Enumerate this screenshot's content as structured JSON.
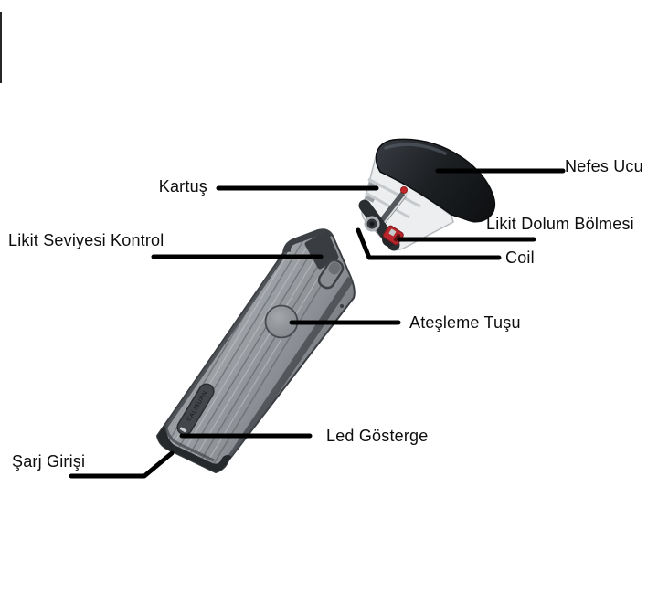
{
  "diagram": {
    "subject": "pod vape device exploded parts diagram",
    "device_logo": "CALIBURN",
    "labels": {
      "nefes_ucu": "Nefes Ucu",
      "kartus": "Kartuş",
      "likit_dolum_bolmesi": "Likit Dolum Bölmesi",
      "coil": "Coil",
      "likit_seviyesi_kontrol": "Likit Seviyesi Kontrol",
      "atesleme_tusu": "Ateşleme Tuşu",
      "led_gosterge": "Led Gösterge",
      "sarj_girisi": "Şarj Girişi"
    },
    "colors": {
      "leader_line": "#000000",
      "label_text": "#0d0d0d",
      "device_body": "#8a8e93",
      "pod_cap": "#1b1d20",
      "accent_red": "#b8262c",
      "background": "#ffffff"
    }
  }
}
